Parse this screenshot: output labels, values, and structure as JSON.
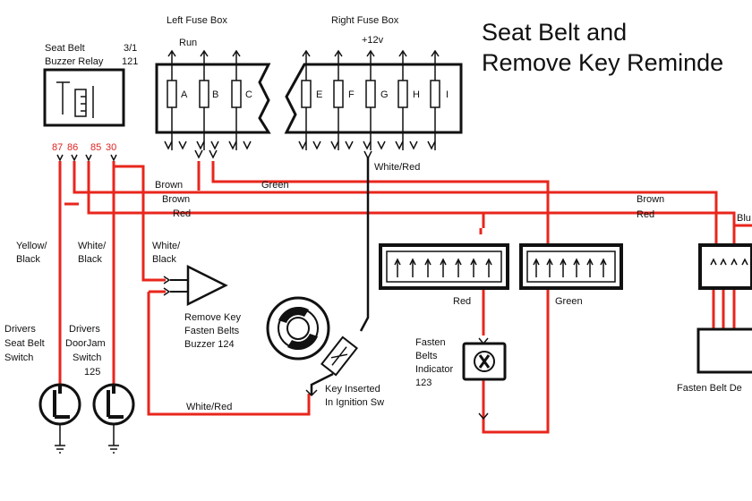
{
  "title": [
    "Seat Belt and",
    "Remove Key Reminde"
  ],
  "left_fuse_box": {
    "label": "Left Fuse Box",
    "supply": "Run",
    "fuses": [
      "A",
      "B",
      "C"
    ]
  },
  "right_fuse_box": {
    "label": "Right Fuse Box",
    "supply": "+12v",
    "fuses": [
      "E",
      "F",
      "G",
      "H",
      "I"
    ]
  },
  "relay": {
    "label": [
      "Seat Belt",
      "Buzzer Relay"
    ],
    "codes": [
      "3/1",
      "121"
    ],
    "pins": [
      "87",
      "86",
      "85",
      "30"
    ]
  },
  "wires": {
    "brown_1": "Brown",
    "brown_2": "Brown",
    "brown_3": "Brown",
    "green_1": "Green",
    "green_2": "Green",
    "red_1": "Red",
    "red_2": "Red",
    "red_3": "Red",
    "white_red_1": "White/Red",
    "white_red_2": "White/Red",
    "yellow_black": [
      "Yellow/",
      "Black"
    ],
    "white_black_1": [
      "White/",
      "Black"
    ],
    "white_black_2": [
      "White/",
      "Black"
    ],
    "blue_cut": "Blu"
  },
  "components": {
    "buzzer": [
      "Remove Key",
      "Fasten Belts",
      "Buzzer 124"
    ],
    "key_switch": [
      "Key Inserted",
      "In Ignition Sw"
    ],
    "indicator": [
      "Fasten",
      "Belts",
      "Indicator",
      "123"
    ],
    "seat_switch": [
      "Drivers",
      "Seat Belt",
      "Switch"
    ],
    "door_switch": [
      "Drivers",
      "DoorJam",
      "Switch",
      "125"
    ],
    "fasten_belt_device": "Fasten Belt De"
  }
}
